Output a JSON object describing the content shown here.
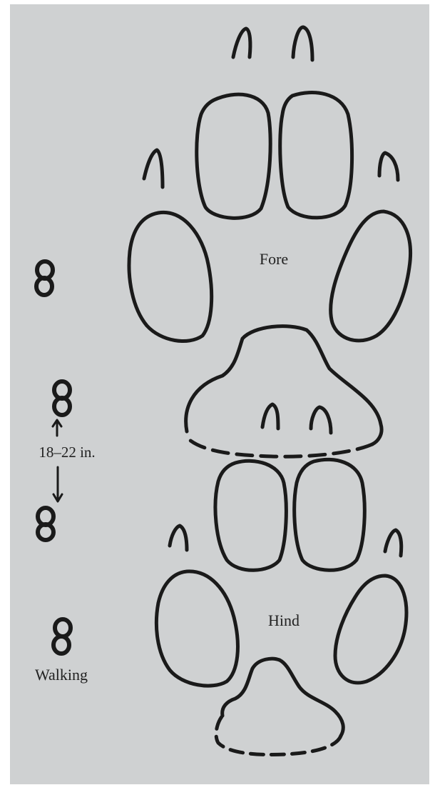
{
  "diagram": {
    "fore_label": "Fore",
    "hind_label": "Hind",
    "stride_label": "18–22 in.",
    "gait_label": "Walking"
  },
  "colors": {
    "background": "#cfd1d2",
    "ink": "#1a1a1a"
  }
}
